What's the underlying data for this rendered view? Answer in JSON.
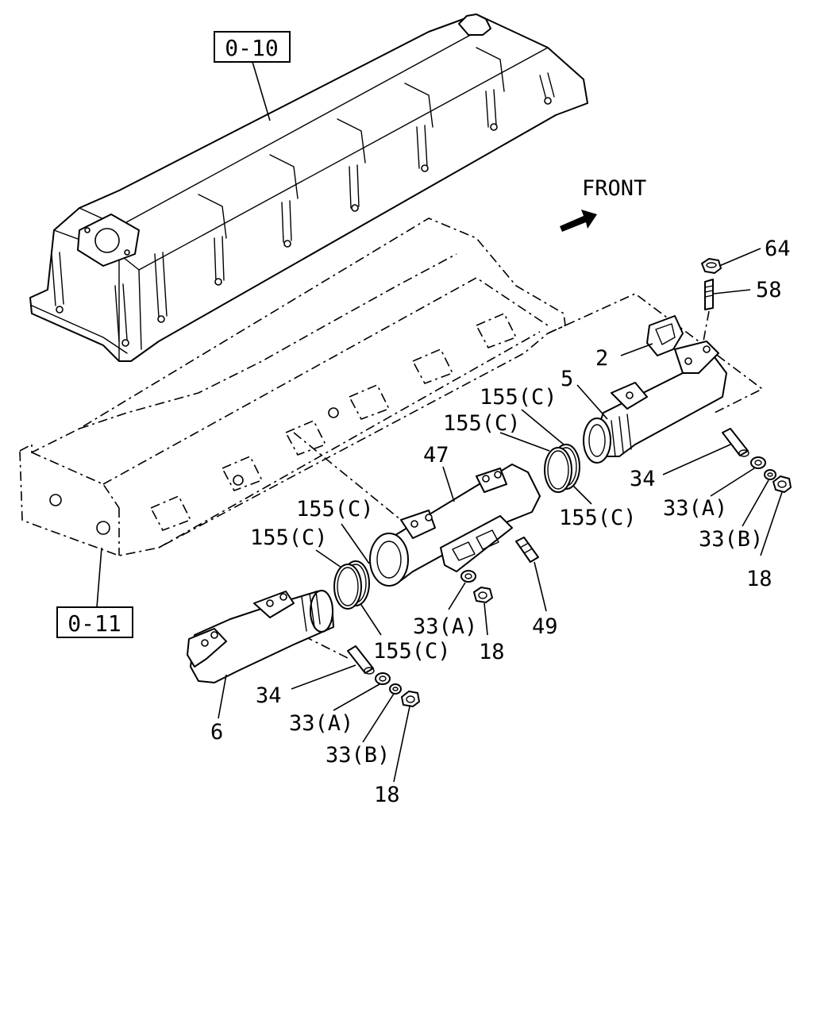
{
  "references": {
    "upper_box": "0-10",
    "lower_box": "0-11"
  },
  "direction": {
    "label": "FRONT"
  },
  "callouts": {
    "c64": "64",
    "c58": "58",
    "c2": "2",
    "c5": "5",
    "c155_a": "155(C)",
    "c155_b": "155(C)",
    "c155_c": "155(C)",
    "c155_d": "155(C)",
    "c155_e": "155(C)",
    "c155_f": "155(C)",
    "c47": "47",
    "c34_right": "34",
    "c33a_right": "33(A)",
    "c33b_right": "33(B)",
    "c18_right": "18",
    "c33a_mid": "33(A)",
    "c18_mid": "18",
    "c49": "49",
    "c34_left": "34",
    "c33a_left": "33(A)",
    "c33b_left": "33(B)",
    "c18_left": "18",
    "c6": "6"
  },
  "colors": {
    "line": "#000000",
    "background": "#ffffff"
  }
}
